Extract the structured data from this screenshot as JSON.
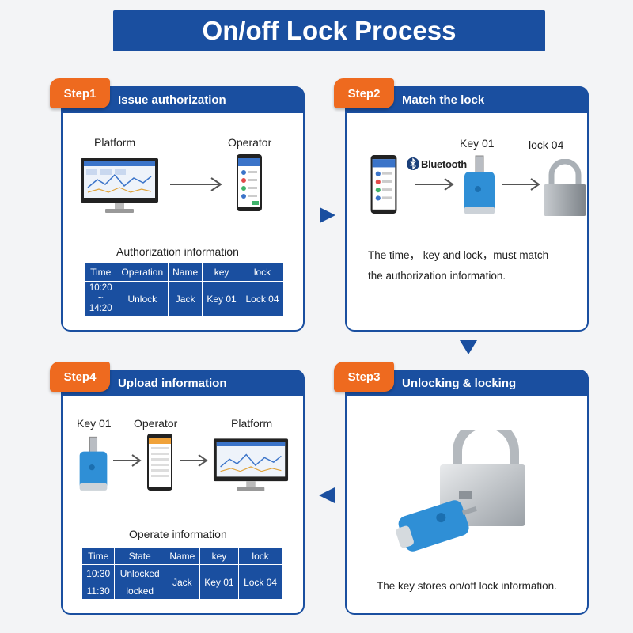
{
  "title": "On/off Lock Process",
  "colors": {
    "primary": "#1a4fa0",
    "accent": "#ee6a1f"
  },
  "step1": {
    "tag": "Step1",
    "heading": "Issue authorization",
    "platform_label": "Platform",
    "operator_label": "Operator",
    "table_title": "Authorization information",
    "headers": [
      "Time",
      "Operation",
      "Name",
      "key",
      "lock"
    ],
    "time_start": "10:20",
    "time_sep": "~",
    "time_end": "14:20",
    "operation": "Unlock",
    "name": "Jack",
    "key": "Key 01",
    "lock": "Lock 04"
  },
  "step2": {
    "tag": "Step2",
    "heading": "Match the lock",
    "bluetooth_label": "Bluetooth",
    "key_label": "Key 01",
    "lock_label": "lock 04",
    "caption_line1": "The time， key and lock，must match",
    "caption_line2": "the authorization information."
  },
  "step3": {
    "tag": "Step3",
    "heading": "Unlocking &  locking",
    "caption": "The key stores on/off lock information."
  },
  "step4": {
    "tag": "Step4",
    "heading": "Upload information",
    "key_label": "Key 01",
    "operator_label": "Operator",
    "platform_label": "Platform",
    "table_title": "Operate information",
    "headers": [
      "Time",
      "State",
      "Name",
      "key",
      "lock"
    ],
    "rows": [
      {
        "time": "10:30",
        "state": "Unlocked"
      },
      {
        "time": "11:30",
        "state": "locked"
      }
    ],
    "name": "Jack",
    "key": "Key 01",
    "lock": "Lock 04"
  }
}
